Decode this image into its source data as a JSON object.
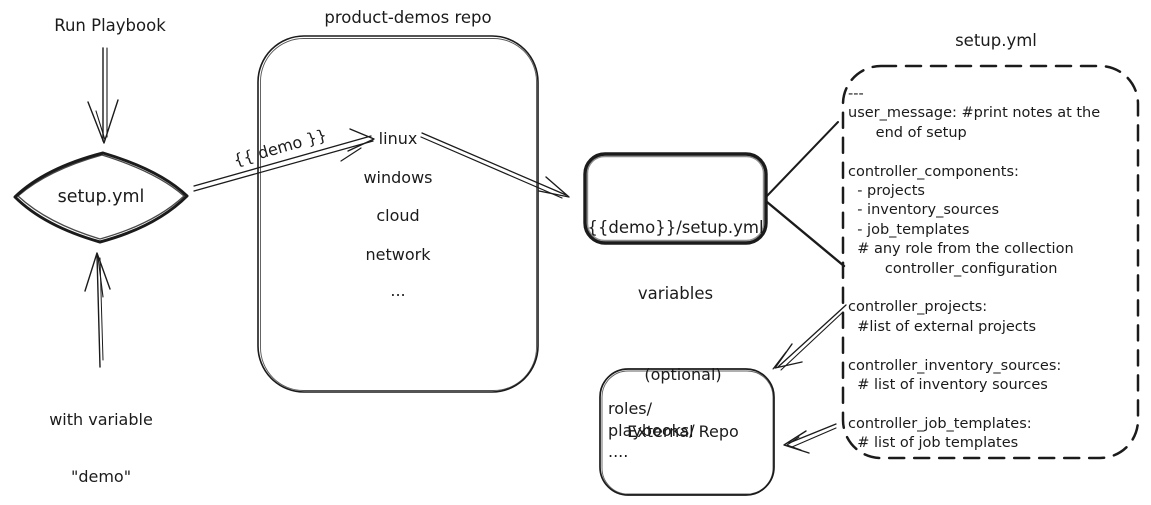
{
  "colors": {
    "ink": "#1b1b1b",
    "background": "#ffffff"
  },
  "trigger": {
    "run_playbook_label": "Run Playbook",
    "diamond_label": "setup.yml",
    "with_variable_line1": "with variable",
    "with_variable_line2": "\"demo\"",
    "demo_arrow_label": "{{ demo }}"
  },
  "repo_box": {
    "title": "product-demos repo",
    "items": [
      "linux",
      "windows",
      "cloud",
      "network",
      "..."
    ]
  },
  "variables_box": {
    "line1": "{{demo}}/setup.yml",
    "line2": "variables"
  },
  "setup_yml_box": {
    "title": "setup.yml",
    "lines": [
      "---",
      "user_message: #print notes at the",
      "      end of setup",
      "",
      "controller_components:",
      "  - projects",
      "  - inventory_sources",
      "  - job_templates",
      "  # any role from the collection",
      "        controller_configuration",
      "",
      "controller_projects:",
      "  #list of external projects",
      "",
      "controller_inventory_sources:",
      "  # list of inventory sources",
      "",
      "controller_job_templates:",
      "  # list of job templates"
    ]
  },
  "external_repo_box": {
    "title_line1": "(optional)",
    "title_line2": "External Repo",
    "lines": [
      "roles/",
      "playbooks/",
      "...."
    ]
  }
}
